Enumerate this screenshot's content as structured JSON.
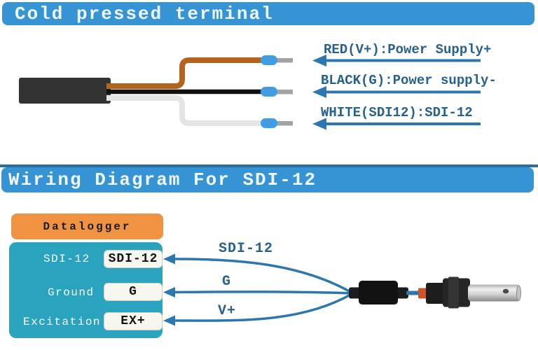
{
  "colors": {
    "banner_blue": "#3794d4",
    "banner_text": "#edf7fd",
    "divider_blue": "#2c6ca3",
    "label_blue": "#27618e",
    "arrow_blue": "#2d77b0",
    "teal": "#2aa3be",
    "orange": "#ef9242",
    "wire_brown": "#b5641f",
    "wire_black": "#101010",
    "wire_white": "#e4e4e4",
    "jacket_gray": "#333333",
    "terminal_blue": "#3f9de4",
    "pin_gray": "#a3a3a3",
    "box_bg": "#f7f6ef"
  },
  "section_top": {
    "title": "Cold pressed terminal",
    "wire_labels": [
      {
        "text": "RED(V+):Power Supply+"
      },
      {
        "text": "BLACK(G):Power supply-"
      },
      {
        "text": "WHITE(SDI12):SDI-12"
      }
    ]
  },
  "section_bottom": {
    "title": "Wiring Diagram For SDI-12",
    "datalogger": {
      "title": "Datalogger",
      "rows": [
        {
          "label": "SDI-12",
          "terminal": "SDI-12"
        },
        {
          "label": "Ground",
          "terminal": "G"
        },
        {
          "label": "Excitation",
          "terminal": "EX+"
        }
      ]
    },
    "wire_labels": [
      {
        "text": "SDI-12"
      },
      {
        "text": "G"
      },
      {
        "text": "V+"
      }
    ]
  }
}
